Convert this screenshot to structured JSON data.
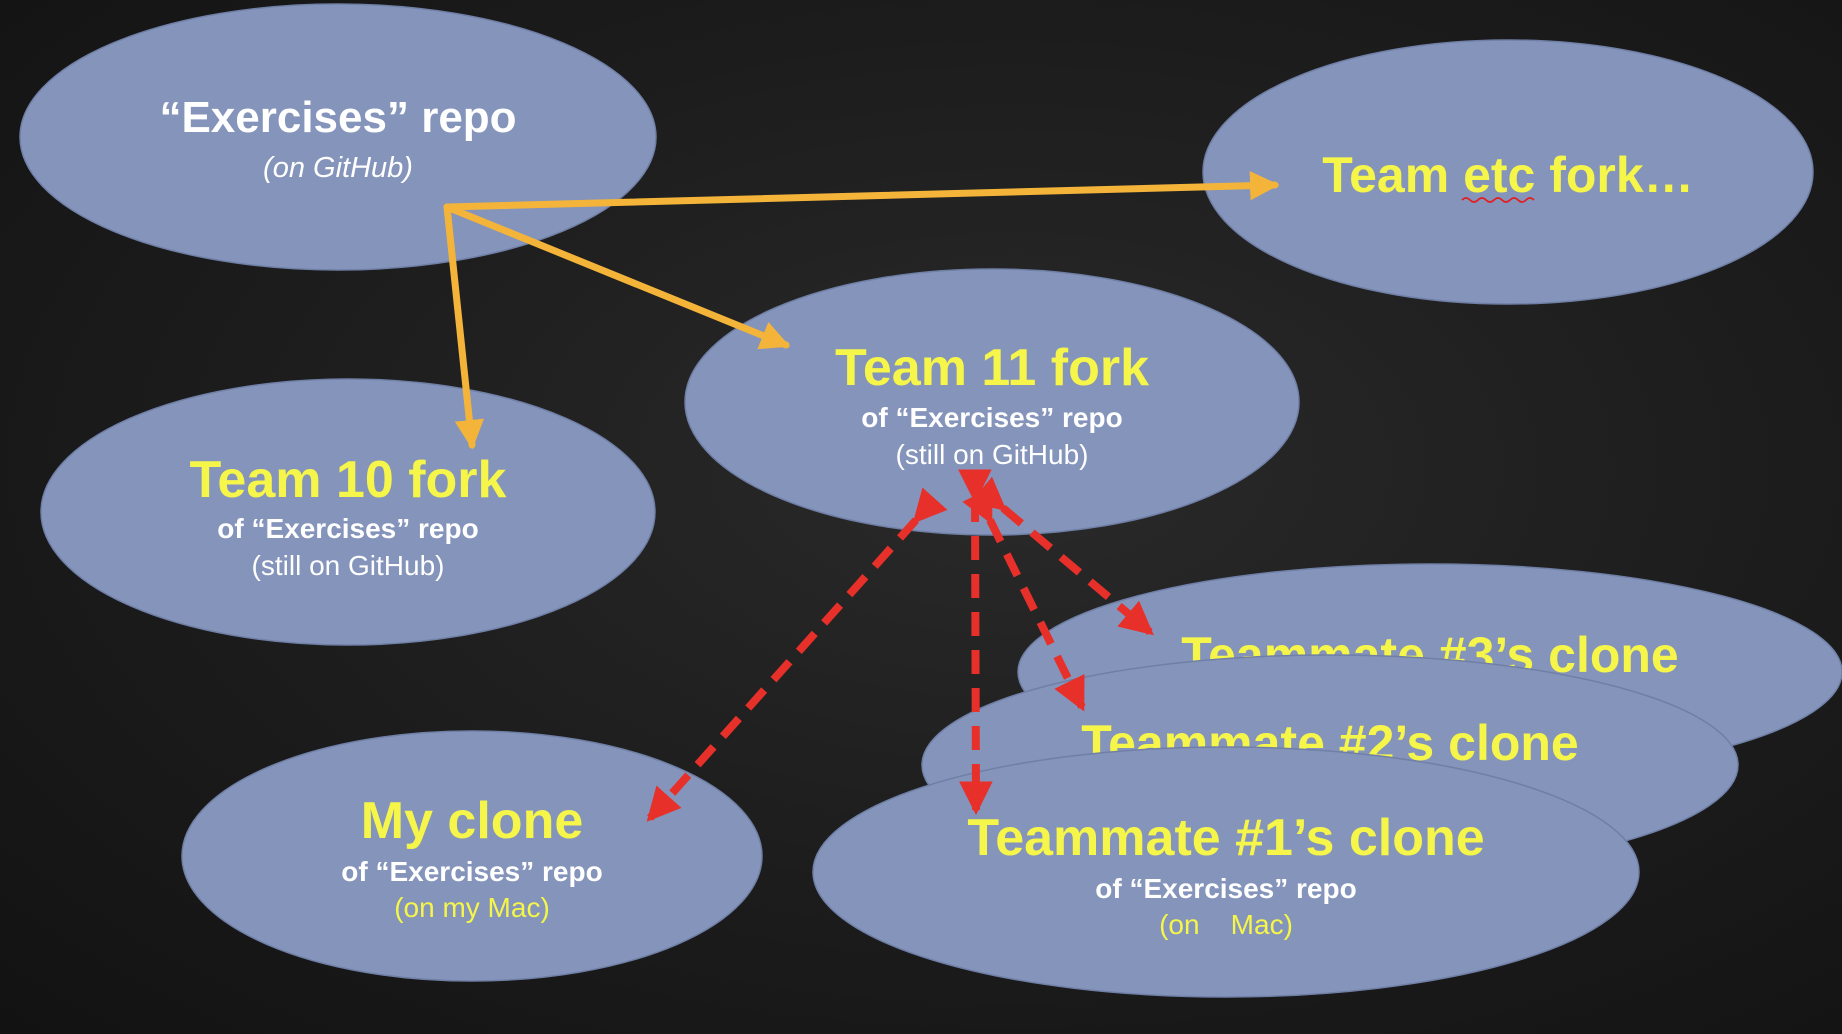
{
  "colors": {
    "background": "#1a1a1a",
    "node_fill": "#8494ba",
    "title_yellow": "#f5f54a",
    "text_white": "#ffffff",
    "fork_arrow": "#f4b43a",
    "clone_arrow": "#e8302a"
  },
  "nodes": {
    "exercises": {
      "title": "“Exercises” repo",
      "note": "(on GitHub)"
    },
    "team_etc": {
      "title": "Team etc fork…"
    },
    "team11": {
      "title": "Team 11 fork",
      "sub": "of “Exercises” repo",
      "note": "(still on GitHub)"
    },
    "team10": {
      "title": "Team 10 fork",
      "sub": "of “Exercises” repo",
      "note": "(still on GitHub)"
    },
    "my_clone": {
      "title": "My clone",
      "sub": "of “Exercises” repo",
      "note": "(on my Mac)"
    },
    "teammate3": {
      "title": "Teammate #3’s clone"
    },
    "teammate2": {
      "title": "Teammate #2’s clone"
    },
    "teammate1": {
      "title": "Teammate #1’s clone",
      "sub": "of “Exercises” repo",
      "note": "(on    Mac)"
    }
  },
  "arrows": {
    "forks": [
      "exercises → team_etc",
      "exercises → team11",
      "exercises → team10"
    ],
    "clones": [
      "team11 → my_clone",
      "team11 → teammate1",
      "team11 → teammate2",
      "team11 → teammate3"
    ]
  }
}
